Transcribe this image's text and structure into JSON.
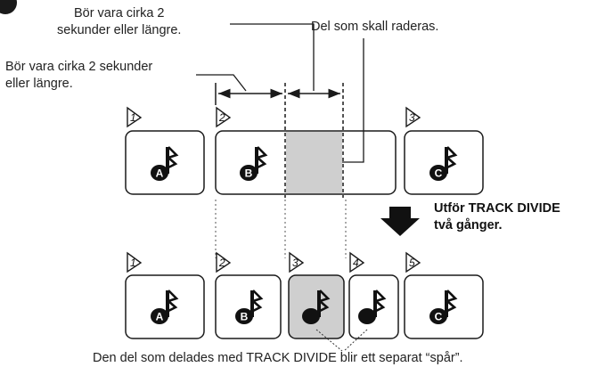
{
  "annotations": {
    "note_top": "Bör vara cirka 2\nsekunder eller längre.",
    "note_left": "Bör vara cirka 2 sekunder\neller längre.",
    "note_erase": "Del som skall raderas.",
    "instruction": "Utför TRACK DIVIDE\ntvå gånger.",
    "caption": "Den del som delades med TRACK DIVIDE blir ett separat “spår”."
  },
  "before_tracks": [
    {
      "number": "1",
      "letter": "A"
    },
    {
      "number": "2",
      "letter": "B"
    },
    {
      "number": "3",
      "letter": "C"
    }
  ],
  "after_tracks": [
    {
      "number": "1",
      "letter": "A"
    },
    {
      "number": "2",
      "letter": "B"
    },
    {
      "number": "3",
      "letter": ""
    },
    {
      "number": "4",
      "letter": ""
    },
    {
      "number": "5",
      "letter": "C"
    }
  ],
  "colors": {
    "line": "#1a1a1a",
    "highlight": "#cfcfcf"
  },
  "icons": [
    "music-note-icon",
    "track-flag-icon",
    "down-arrow-icon"
  ]
}
